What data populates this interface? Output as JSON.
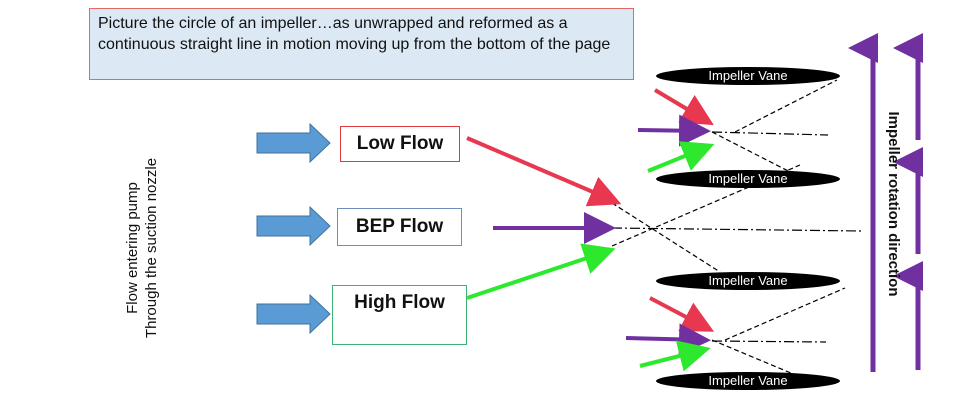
{
  "note": "Picture the circle of an impeller…as  unwrapped and reformed as a continuous straight line in motion moving up from the bottom of the page",
  "flows": {
    "low": "Low Flow",
    "bep": "BEP Flow",
    "high": "High Flow"
  },
  "side_label": {
    "line1": "Flow entering pump",
    "line2": "Through the suction nozzle"
  },
  "rotation_label": "Impeller rotation direction",
  "vanes": [
    "Impeller Vane",
    "Impeller Vane",
    "Impeller Vane",
    "Impeller Vane"
  ],
  "colors": {
    "low_flow": "#e8384f",
    "bep_flow": "#7030a0",
    "high_flow": "#2ee82e",
    "inlet_arrow": "#5b9bd5",
    "rotation_arrow": "#7030a0",
    "vane": "#000000"
  }
}
